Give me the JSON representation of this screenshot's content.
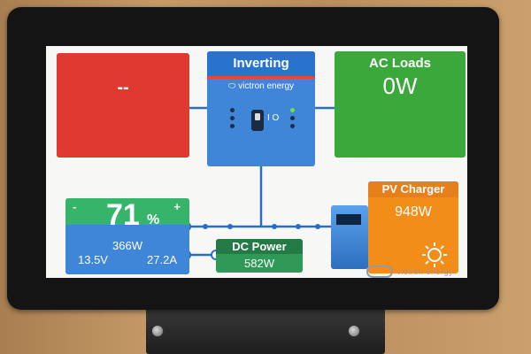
{
  "grid": {
    "value": "--"
  },
  "inverter": {
    "title": "Inverting",
    "brand": "victron energy",
    "switch_symbol": "I O"
  },
  "ac_loads": {
    "title": "AC Loads",
    "value": "0W"
  },
  "battery": {
    "minus": "-",
    "plus": "+",
    "soc": "71",
    "soc_unit": "%",
    "power": "366W",
    "voltage": "13.5V",
    "current": "27.2A"
  },
  "dc_power": {
    "title": "DC Power",
    "value": "582W"
  },
  "pv_charger": {
    "title": "PV Charger",
    "value": "948W"
  },
  "bezel": {
    "brand": "victron energy"
  },
  "colors": {
    "grid": "#e0392f",
    "inverter": "#3f86d8",
    "ac_loads": "#3aa83a",
    "battery": "#3f86d8",
    "battery_header": "#36b46a",
    "dc_power": "#2f9a58",
    "pv_charger": "#f38d19"
  },
  "icons": [
    "victron-logo-icon",
    "sun-icon",
    "power-switch-icon"
  ]
}
